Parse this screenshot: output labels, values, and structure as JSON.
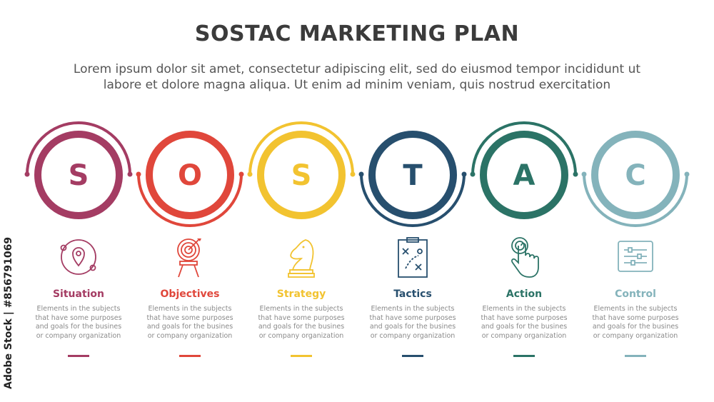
{
  "title": "SOSTAC MARKETING PLAN",
  "subtitle": "Lorem ipsum dolor sit amet, consectetur adipiscing elit, sed do eiusmod tempor incididunt ut labore et dolore magna aliqua. Ut enim ad minim veniam, quis nostrud exercitation",
  "watermark": "Adobe Stock | #856791069",
  "steps": [
    {
      "letter": "S",
      "label": "Situation",
      "desc": "Elements in the subjects that have some purposes and goals for the busines or company organization",
      "color": "#a43c63",
      "icon": "location-orbit-icon"
    },
    {
      "letter": "O",
      "label": "Objectives",
      "desc": "Elements in the subjects that have some purposes and goals for the busines or company organization",
      "color": "#e0473b",
      "icon": "target-easel-icon"
    },
    {
      "letter": "S",
      "label": "Strategy",
      "desc": "Elements in the subjects that have some purposes and goals for the busines or company organization",
      "color": "#f2c330",
      "icon": "chess-knight-icon"
    },
    {
      "letter": "T",
      "label": "Tactics",
      "desc": "Elements in the subjects that have some purposes and goals for the busines or company organization",
      "color": "#274f6e",
      "icon": "clipboard-plan-icon"
    },
    {
      "letter": "A",
      "label": "Action",
      "desc": "Elements in the subjects that have some purposes and goals for the busines or company organization",
      "color": "#2b7366",
      "icon": "hand-click-icon"
    },
    {
      "letter": "C",
      "label": "Control",
      "desc": "Elements in the subjects that have some purposes and goals for the busines or company organization",
      "color": "#84b3bb",
      "icon": "control-sliders-icon"
    }
  ]
}
